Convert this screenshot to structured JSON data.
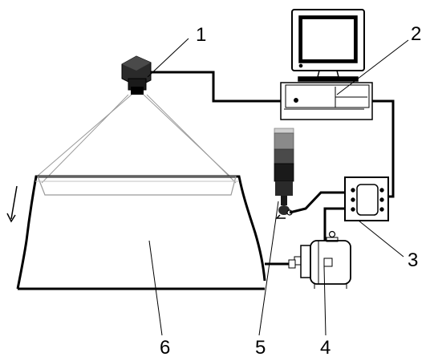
{
  "labels": {
    "camera": "1",
    "computer": "2",
    "controller": "3",
    "motor": "4",
    "signal_light": "5",
    "conveyor": "6"
  },
  "colors": {
    "line": "#000000",
    "camera_body": "#2a2a2a",
    "signal_light_top": "#8a8a8a",
    "signal_light_mid": "#4a4a4a",
    "signal_light_low": "#1a1a1a",
    "view_cone": "#9a9a9a"
  }
}
